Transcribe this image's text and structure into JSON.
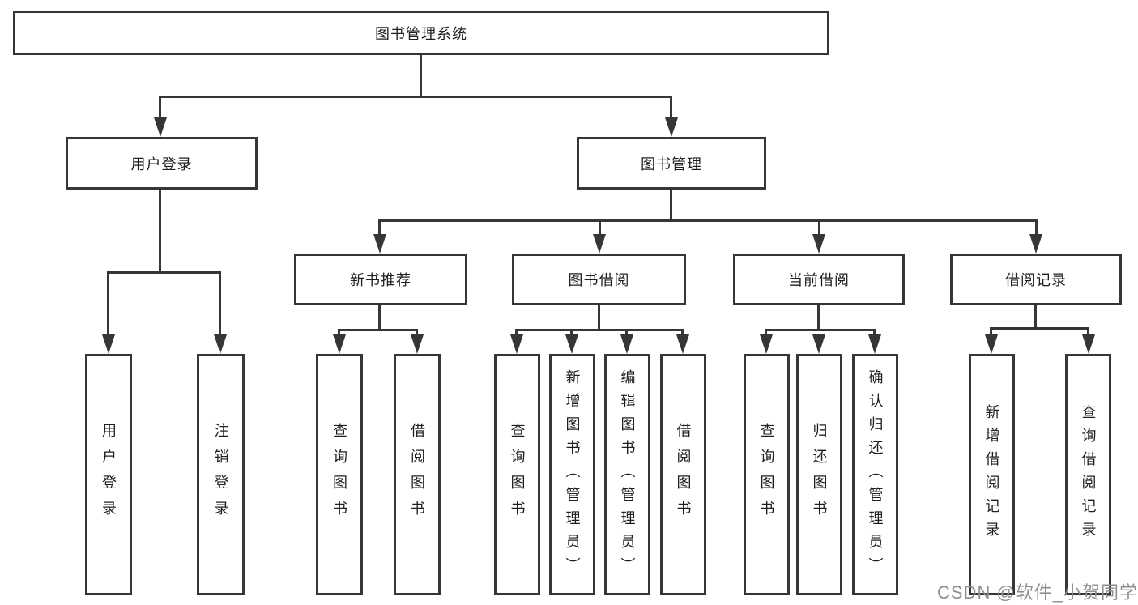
{
  "tree": {
    "root": {
      "label": "图书管理系统"
    },
    "branches": [
      {
        "label": "用户登录",
        "children": [
          {
            "label": "用户登录"
          },
          {
            "label": "注销登录"
          }
        ]
      },
      {
        "label": "图书管理",
        "children": [
          {
            "label": "新书推荐",
            "children": [
              {
                "label": "查询图书"
              },
              {
                "label": "借阅图书"
              }
            ]
          },
          {
            "label": "图书借阅",
            "children": [
              {
                "label": "查询图书"
              },
              {
                "label": "新增图书（管理员）"
              },
              {
                "label": "编辑图书（管理员）"
              },
              {
                "label": "借阅图书"
              }
            ]
          },
          {
            "label": "当前借阅",
            "children": [
              {
                "label": "查询图书"
              },
              {
                "label": "归还图书"
              },
              {
                "label": "确认归还（管理员）"
              }
            ]
          },
          {
            "label": "借阅记录",
            "children": [
              {
                "label": "新增借阅记录"
              },
              {
                "label": "查询借阅记录"
              }
            ]
          }
        ]
      }
    ]
  },
  "watermark": {
    "text": "CSDN @软件_小贺同学"
  },
  "colors": {
    "line": "#363636",
    "text": "#1f1f1f",
    "watermark": "#8f8f8f",
    "background": "#ffffff"
  }
}
